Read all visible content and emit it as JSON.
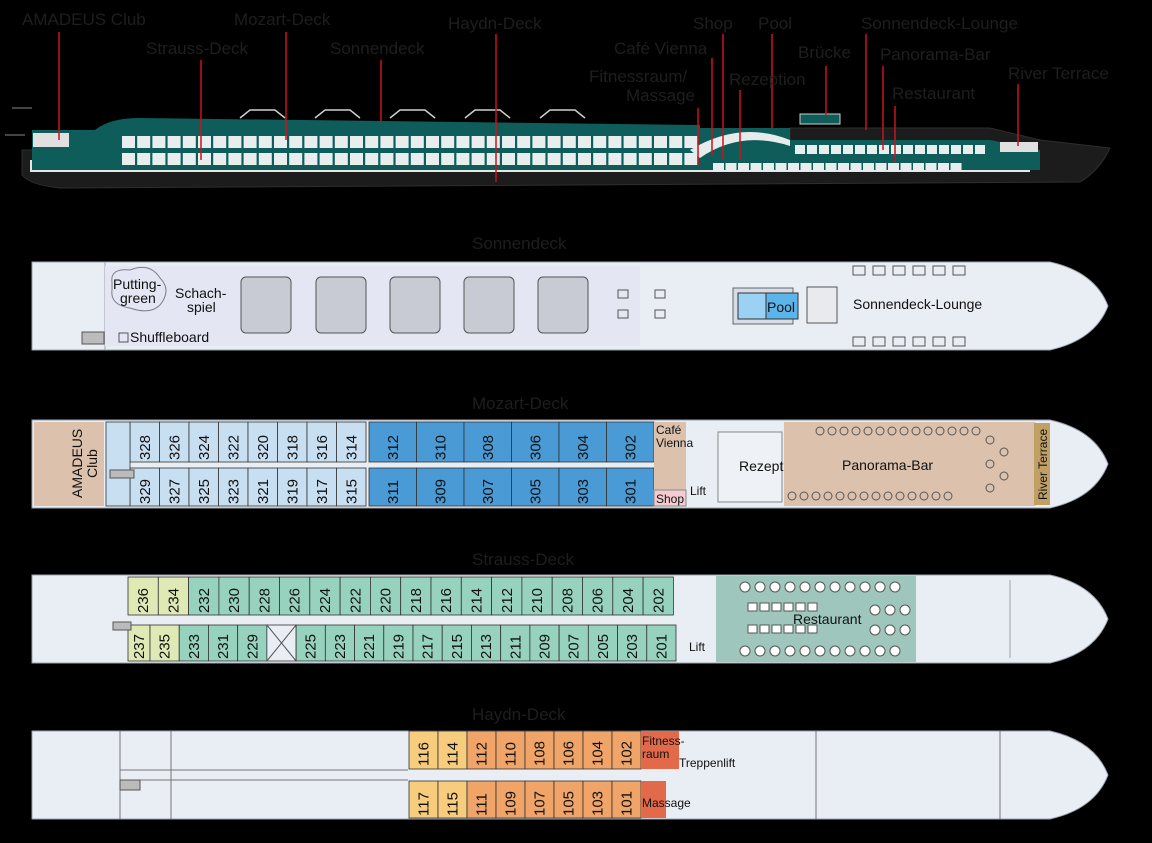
{
  "profile_labels": {
    "amadeus_club": "AMADEUS Club",
    "strauss_deck": "Strauss-Deck",
    "mozart_deck": "Mozart-Deck",
    "sonnendeck": "Sonnendeck",
    "haydn_deck": "Haydn-Deck",
    "shop": "Shop",
    "pool": "Pool",
    "cafe_vienna": "Café Vienna",
    "fitness_massage_1": "Fitnessraum/",
    "fitness_massage_2": "Massage",
    "rezeption": "Rezeption",
    "bruecke": "Brücke",
    "sonnendeck_lounge": "Sonnendeck-Lounge",
    "panorama_bar": "Panorama-Bar",
    "restaurant": "Restaurant",
    "river_terrace": "River Terrace"
  },
  "decks": {
    "sonnendeck": {
      "title": "Sonnendeck",
      "putting_1": "Putting-",
      "putting_2": "green",
      "schach_1": "Schach-",
      "schach_2": "spiel",
      "shuffleboard": "Shuffleboard",
      "pool": "Pool",
      "lounge": "Sonnendeck-Lounge"
    },
    "mozart": {
      "title": "Mozart-Deck",
      "club_1": "AMADEUS",
      "club_2": "Club",
      "cafe_1": "Café",
      "cafe_2": "Vienna",
      "shop": "Shop",
      "lift": "Lift",
      "rezeption": "Rezeption",
      "panorama_bar": "Panorama-Bar",
      "river_terrace": "River Terrace",
      "top_cabins": [
        "328",
        "326",
        "324",
        "322",
        "320",
        "318",
        "316",
        "314",
        "312",
        "310",
        "308",
        "306",
        "304",
        "302"
      ],
      "bottom_cabins": [
        "329",
        "327",
        "325",
        "323",
        "321",
        "319",
        "317",
        "315",
        "311",
        "309",
        "307",
        "305",
        "303",
        "301"
      ]
    },
    "strauss": {
      "title": "Strauss-Deck",
      "lift": "Lift",
      "restaurant": "Restaurant",
      "top_cabins": [
        "236",
        "234",
        "232",
        "230",
        "228",
        "226",
        "224",
        "222",
        "220",
        "218",
        "216",
        "214",
        "212",
        "210",
        "208",
        "206",
        "204",
        "202"
      ],
      "bottom_cabins": [
        "237",
        "235",
        "233",
        "231",
        "229",
        "",
        "225",
        "223",
        "221",
        "219",
        "217",
        "215",
        "213",
        "211",
        "209",
        "207",
        "205",
        "203",
        "201"
      ]
    },
    "haydn": {
      "title": "Haydn-Deck",
      "fitness_1": "Fitness-",
      "fitness_2": "raum",
      "treppenlift": "Treppenlift",
      "massage": "Massage",
      "top_cabins": [
        "116",
        "114",
        "112",
        "110",
        "108",
        "106",
        "104",
        "102"
      ],
      "bottom_cabins": [
        "117",
        "115",
        "111",
        "109",
        "107",
        "105",
        "103",
        "101"
      ]
    }
  },
  "colors": {
    "background": "#000000",
    "hull": "#e9edf4",
    "mozart_suite": "#4a9ad6",
    "mozart_cabin": "#c8dff2",
    "strauss_cabin": "#96d2bd",
    "strauss_light": "#dfe9b6",
    "haydn_cabin": "#f0a468",
    "haydn_light": "#f7cc7c",
    "panorama_bar": "#dcc2ad",
    "restaurant": "#9ec6bd",
    "fitness": "#e26a4a",
    "ship_teal": "#0e5c5a",
    "pointer": "#c8141a"
  }
}
